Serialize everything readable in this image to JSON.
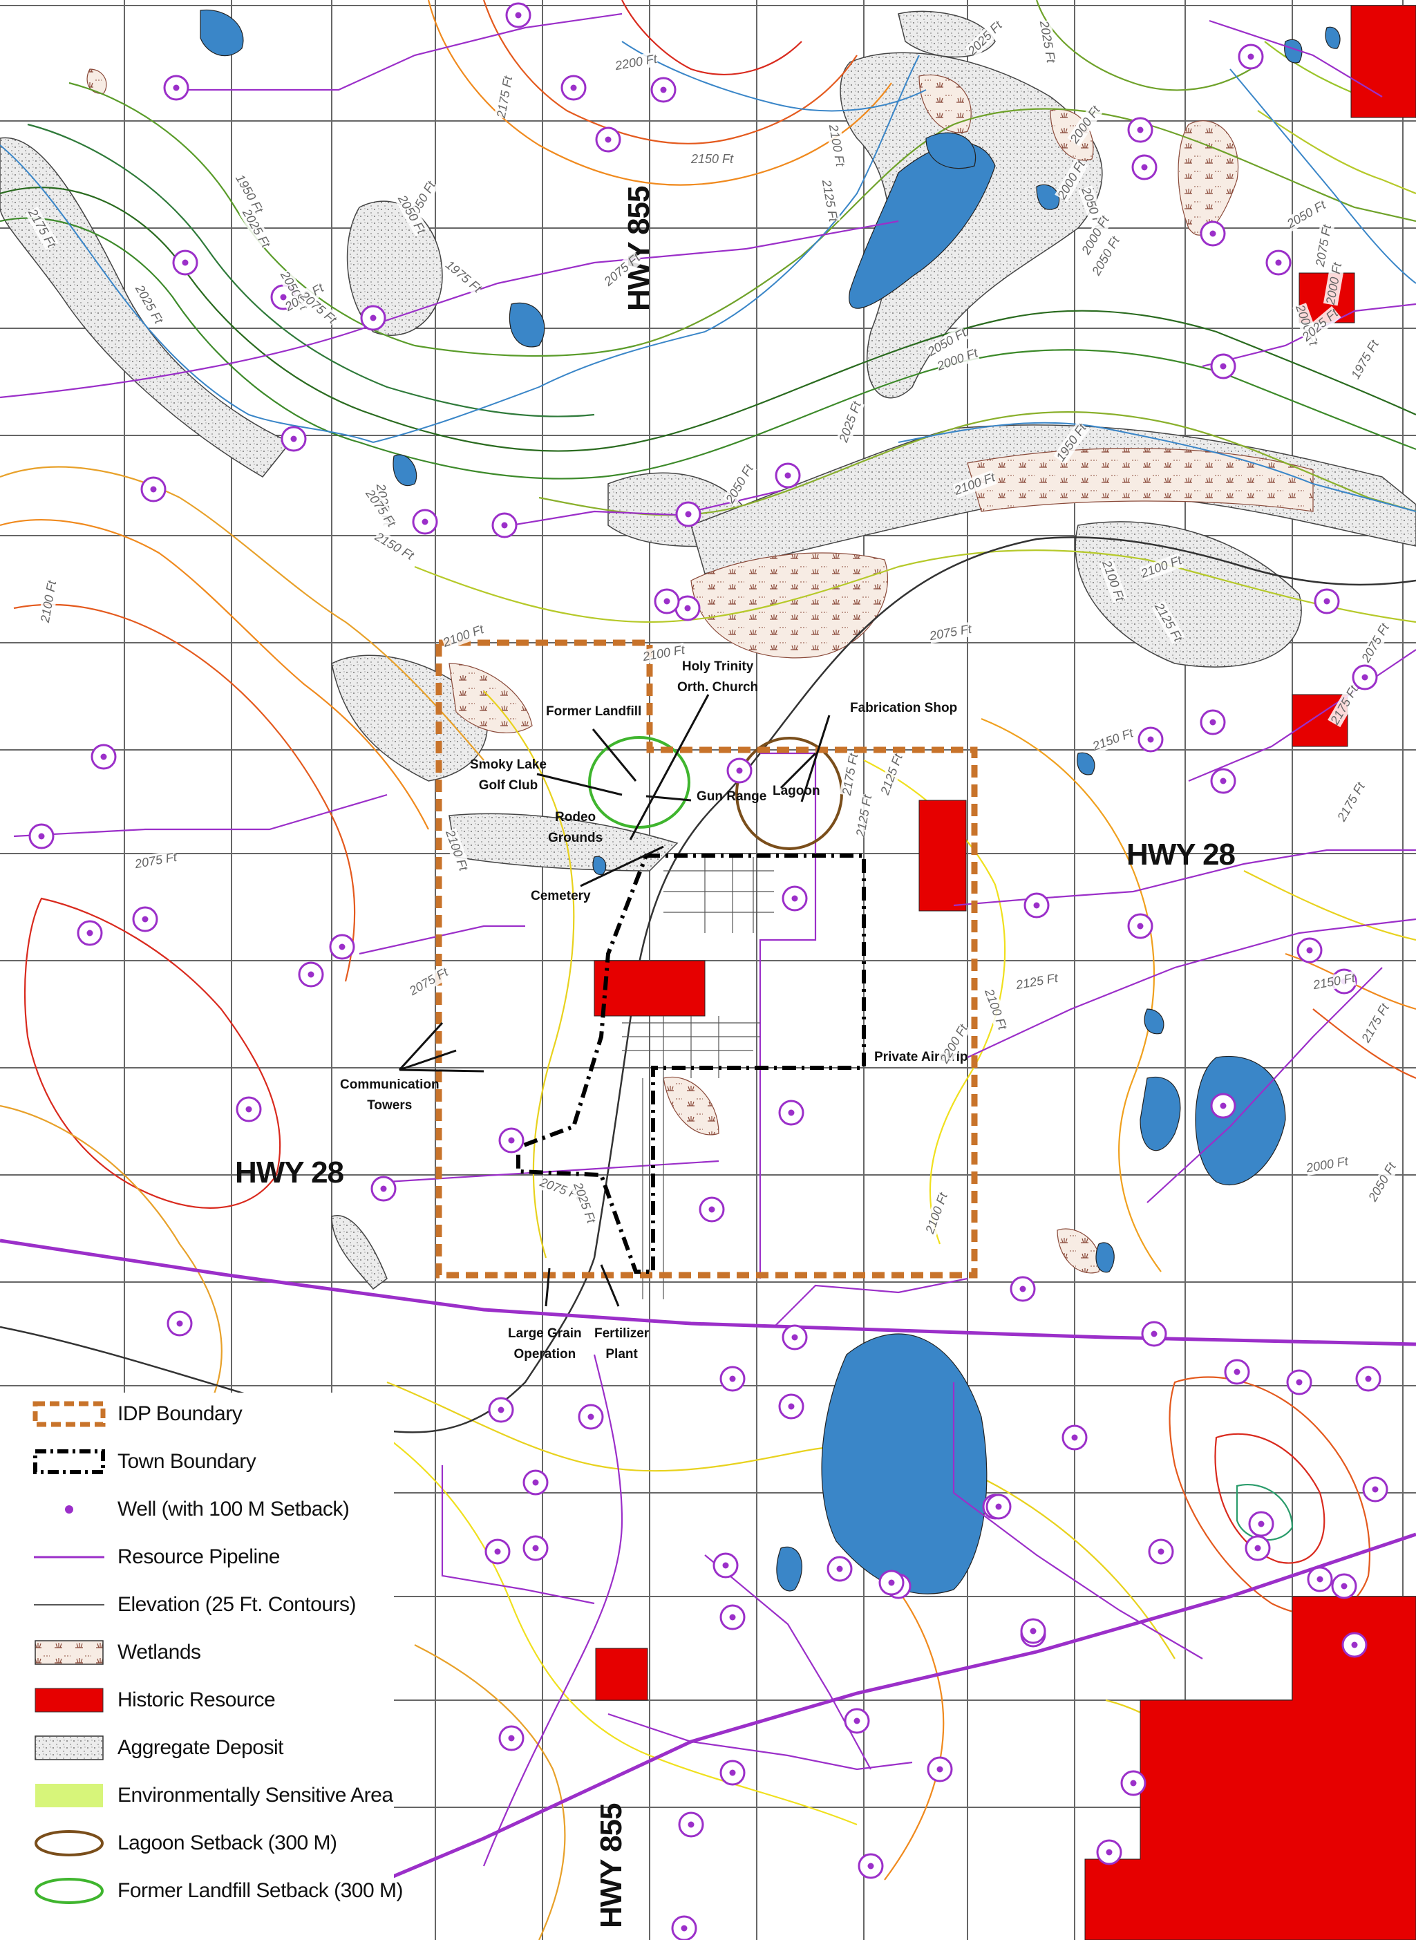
{
  "map": {
    "highways": {
      "hwy855_north": "HWY 855",
      "hwy855_south": "HWY 855",
      "hwy28_east": "HWY 28",
      "hwy28_west": "HWY 28"
    },
    "features": {
      "former_landfill": "Former Landfill",
      "church_line1": "Holy Trinity",
      "church_line2": "Orth. Church",
      "fabrication_shop": "Fabrication Shop",
      "golf_line1": "Smoky Lake",
      "golf_line2": "Golf Club",
      "gun_range": "Gun Range",
      "lagoon": "Lagoon",
      "rodeo_line1": "Rodeo",
      "rodeo_line2": "Grounds",
      "cemetery": "Cemetery",
      "private_airstrip": "Private Airstrip",
      "comm_line1": "Communication",
      "comm_line2": "Towers",
      "grain_line1": "Large Grain",
      "grain_line2": "Operation",
      "fert_line1": "Fertilizer",
      "fert_line2": "Plant"
    },
    "elevation_labels": [
      "2200 Ft",
      "2175 Ft",
      "2150 Ft",
      "2100 Ft",
      "2125 Ft",
      "2025 Ft",
      "2025 Ft",
      "2000 Ft",
      "2000 Ft",
      "2050 Ft",
      "2000 Ft",
      "2050 Ft",
      "2050 Ft",
      "1950 Ft",
      "2000 Ft",
      "2050 Ft",
      "2075 Ft",
      "2000 Ft",
      "2000 Ft",
      "2025 Ft",
      "1975 Ft",
      "2050 Ft",
      "2050 Ft",
      "2050 Ft",
      "2175 Ft",
      "2025 Ft",
      "1950 Ft",
      "2025 Ft",
      "2000 Ft",
      "1975 Ft",
      "2075 Ft",
      "2075 Ft",
      "2025 Ft",
      "2050 Ft",
      "2100 Ft",
      "2100 Ft",
      "2150 Ft",
      "2025 Ft",
      "2075 Ft",
      "2175 Ft",
      "2100 Ft",
      "2075 Ft",
      "2100 Ft",
      "2125 Ft",
      "2100 Ft",
      "2075 Ft",
      "2150 Ft",
      "2175 Ft",
      "2125 Ft",
      "2175 Ft",
      "2125 Ft",
      "2100 Ft",
      "2075 Ft",
      "2100 Ft",
      "2075 Ft",
      "2125 Ft",
      "2150 Ft",
      "2175 Ft",
      "2100 Ft",
      "2200 Ft",
      "2100 Ft",
      "2000 Ft",
      "2050 Ft",
      "2075 Ft",
      "2025 Ft"
    ],
    "colors": {
      "idp_boundary": "#c8732a",
      "town_boundary": "#000000",
      "well": "#9b2fc9",
      "pipeline": "#9b2fc9",
      "contour": "#555555",
      "wetland_fill": "#f7ece4",
      "wetland_mark": "#8a4a3a",
      "historic": "#e60000",
      "aggregate": "#ececec",
      "env_sensitive": "#d7f57a",
      "lagoon_setback": "#7a4e1b",
      "landfill_setback": "#3fb52e",
      "water": "#3a86c8"
    }
  },
  "legend": {
    "items": [
      {
        "label": "IDP Boundary",
        "symbol": "dashed-orange-box"
      },
      {
        "label": "Town Boundary",
        "symbol": "dash-dot-black-box"
      },
      {
        "label": "Well (with 100 M Setback)",
        "symbol": "purple-dot"
      },
      {
        "label": "Resource Pipeline",
        "symbol": "purple-line"
      },
      {
        "label": "Elevation (25 Ft. Contours)",
        "symbol": "grey-line"
      },
      {
        "label": "Wetlands",
        "symbol": "wetland-pattern"
      },
      {
        "label": "Historic Resource",
        "symbol": "red-fill"
      },
      {
        "label": "Aggregate Deposit",
        "symbol": "stipple-fill"
      },
      {
        "label": "Environmentally Sensitive Area",
        "symbol": "lime-fill"
      },
      {
        "label": "Lagoon Setback (300 M)",
        "symbol": "brown-ellipse"
      },
      {
        "label": "Former Landfill Setback (300 M)",
        "symbol": "green-ellipse"
      }
    ]
  }
}
